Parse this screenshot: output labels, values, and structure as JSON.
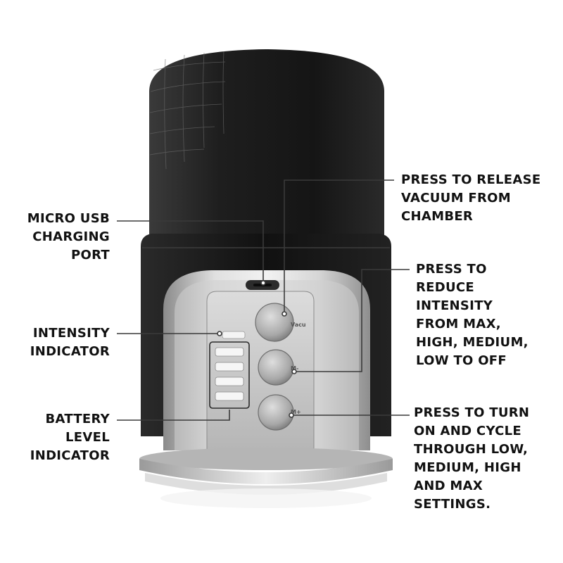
{
  "device": {
    "button_labels": {
      "vacuum": "Vacu",
      "minus": "M-",
      "plus": "M+"
    },
    "battery_bars": 4
  },
  "callouts": {
    "micro_usb": [
      "MICRO USB",
      "CHARGING",
      "PORT"
    ],
    "intensity_indicator": [
      "INTENSITY",
      "INDICATOR"
    ],
    "battery_level": [
      "BATTERY",
      "LEVEL",
      "INDICATOR"
    ],
    "release_vacuum": [
      "PRESS TO RELEASE",
      "VACUUM FROM",
      "CHAMBER"
    ],
    "reduce_intensity": [
      "PRESS TO",
      "REDUCE",
      "INTENSITY",
      "FROM MAX,",
      "HIGH, MEDIUM,",
      "LOW TO OFF"
    ],
    "turn_on": [
      "PRESS TO TURN",
      "ON AND CYCLE",
      "THROUGH LOW,",
      "MEDIUM, HIGH",
      "AND MAX",
      "SETTINGS."
    ]
  },
  "colors": {
    "body_dark": "#1a1a1a",
    "panel_silver": "#c8c8c8",
    "leader_line": "#333333"
  }
}
